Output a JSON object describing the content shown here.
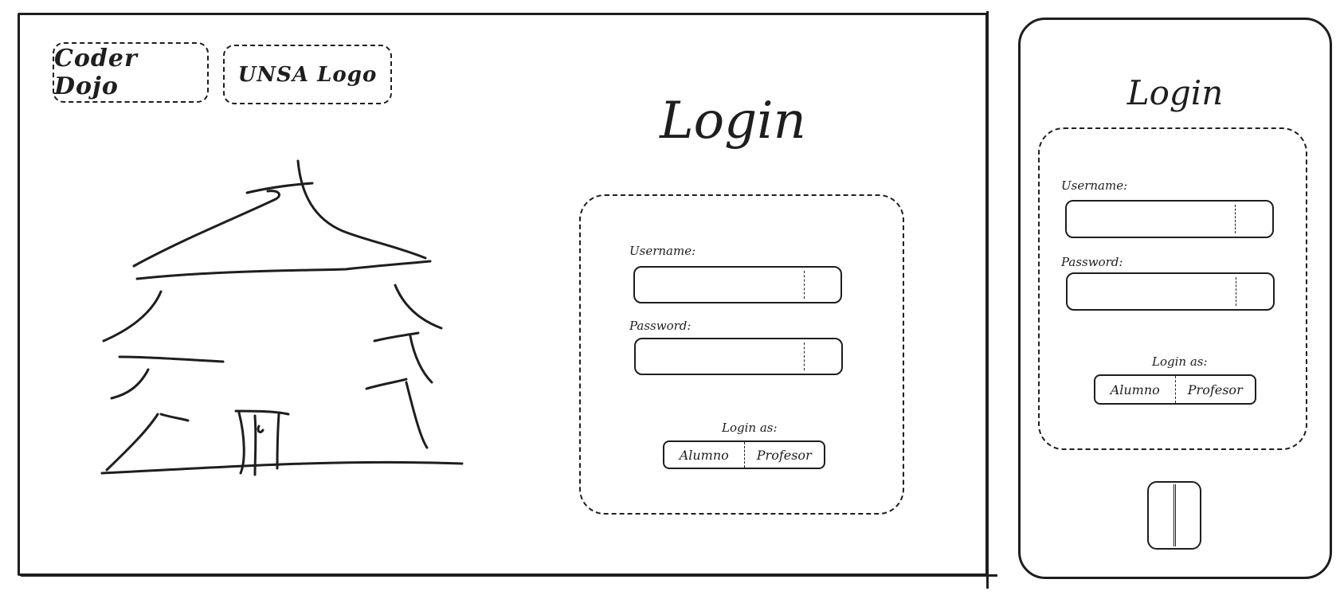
{
  "desktop": {
    "logos": [
      "Coder Dojo",
      "UNSA Logo"
    ],
    "title": "Login",
    "form": {
      "username_label": "Username:",
      "password_label": "Password:",
      "login_as_label": "Login as:",
      "options": [
        "Alumno",
        "Profesor"
      ]
    },
    "illustration": "pagoda-sketch"
  },
  "mobile": {
    "title": "Login",
    "form": {
      "username_label": "Username:",
      "password_label": "Password:",
      "login_as_label": "Login as:",
      "options": [
        "Alumno",
        "Profesor"
      ]
    },
    "home_button": "home-button-icon"
  },
  "colors": {
    "stroke": "#1e1e1e",
    "background": "#ffffff"
  }
}
